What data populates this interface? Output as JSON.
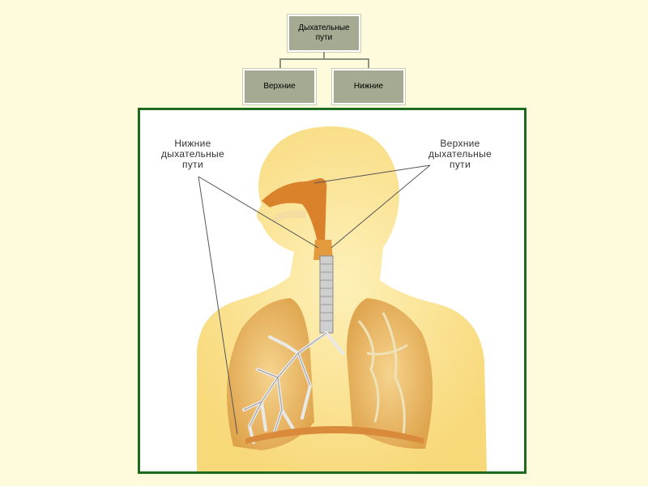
{
  "hierarchy": {
    "root": "Дыхательные\nпути",
    "children": [
      "Верхние",
      "Нижние"
    ]
  },
  "figure": {
    "label_lower": "Нижние\nдыхательные\nпути",
    "label_upper": "Верхние\nдыхательные\nпути"
  },
  "colors": {
    "page_bg": "#fdfbdc",
    "box_fill": "#a5aa92",
    "frame_border": "#1e6b1f",
    "body_fill": "#fce9a0",
    "airway": "#d9822b",
    "lung": "#f0c070"
  }
}
